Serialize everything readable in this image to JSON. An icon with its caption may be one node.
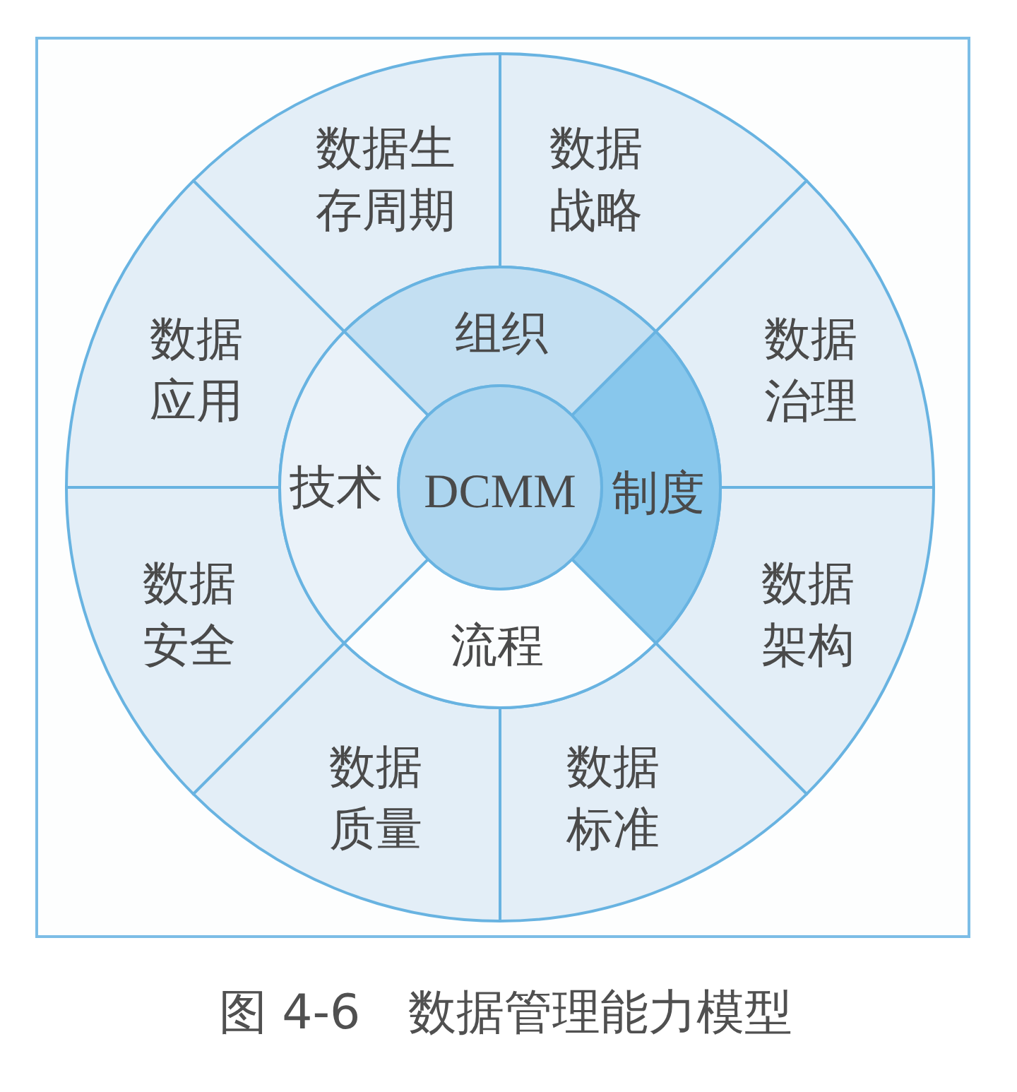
{
  "diagram": {
    "caption": "图 4-6　数据管理能力模型",
    "nodes": [
      {
        "text": [
          "数据生存周期"
        ]
      },
      {
        "text": [
          "数据战略"
        ]
      },
      {
        "text": [
          "组织"
        ]
      },
      {
        "text": [
          "数据应用"
        ]
      },
      {
        "text": [
          "数据治理"
        ]
      },
      {
        "text": [
          "技术"
        ]
      },
      {
        "text": [
          "DCMM"
        ]
      },
      {
        "text": [
          "制度"
        ]
      },
      {
        "text": [
          "数据安全"
        ]
      },
      {
        "text": [
          "数据架构"
        ]
      },
      {
        "text": [
          "流程"
        ]
      },
      {
        "text": [
          "数据质量"
        ]
      },
      {
        "text": [
          "数据标准"
        ]
      }
    ]
  }
}
